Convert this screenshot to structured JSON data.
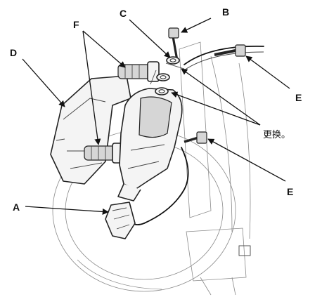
{
  "callouts": {
    "A": "A",
    "B": "B",
    "C": "C",
    "D": "D",
    "E_upper": "E",
    "E_lower": "E",
    "F": "F"
  },
  "note": "更换。",
  "colors": {
    "line": "#111111",
    "shade": "#d6d6d6",
    "background": "#ffffff"
  }
}
